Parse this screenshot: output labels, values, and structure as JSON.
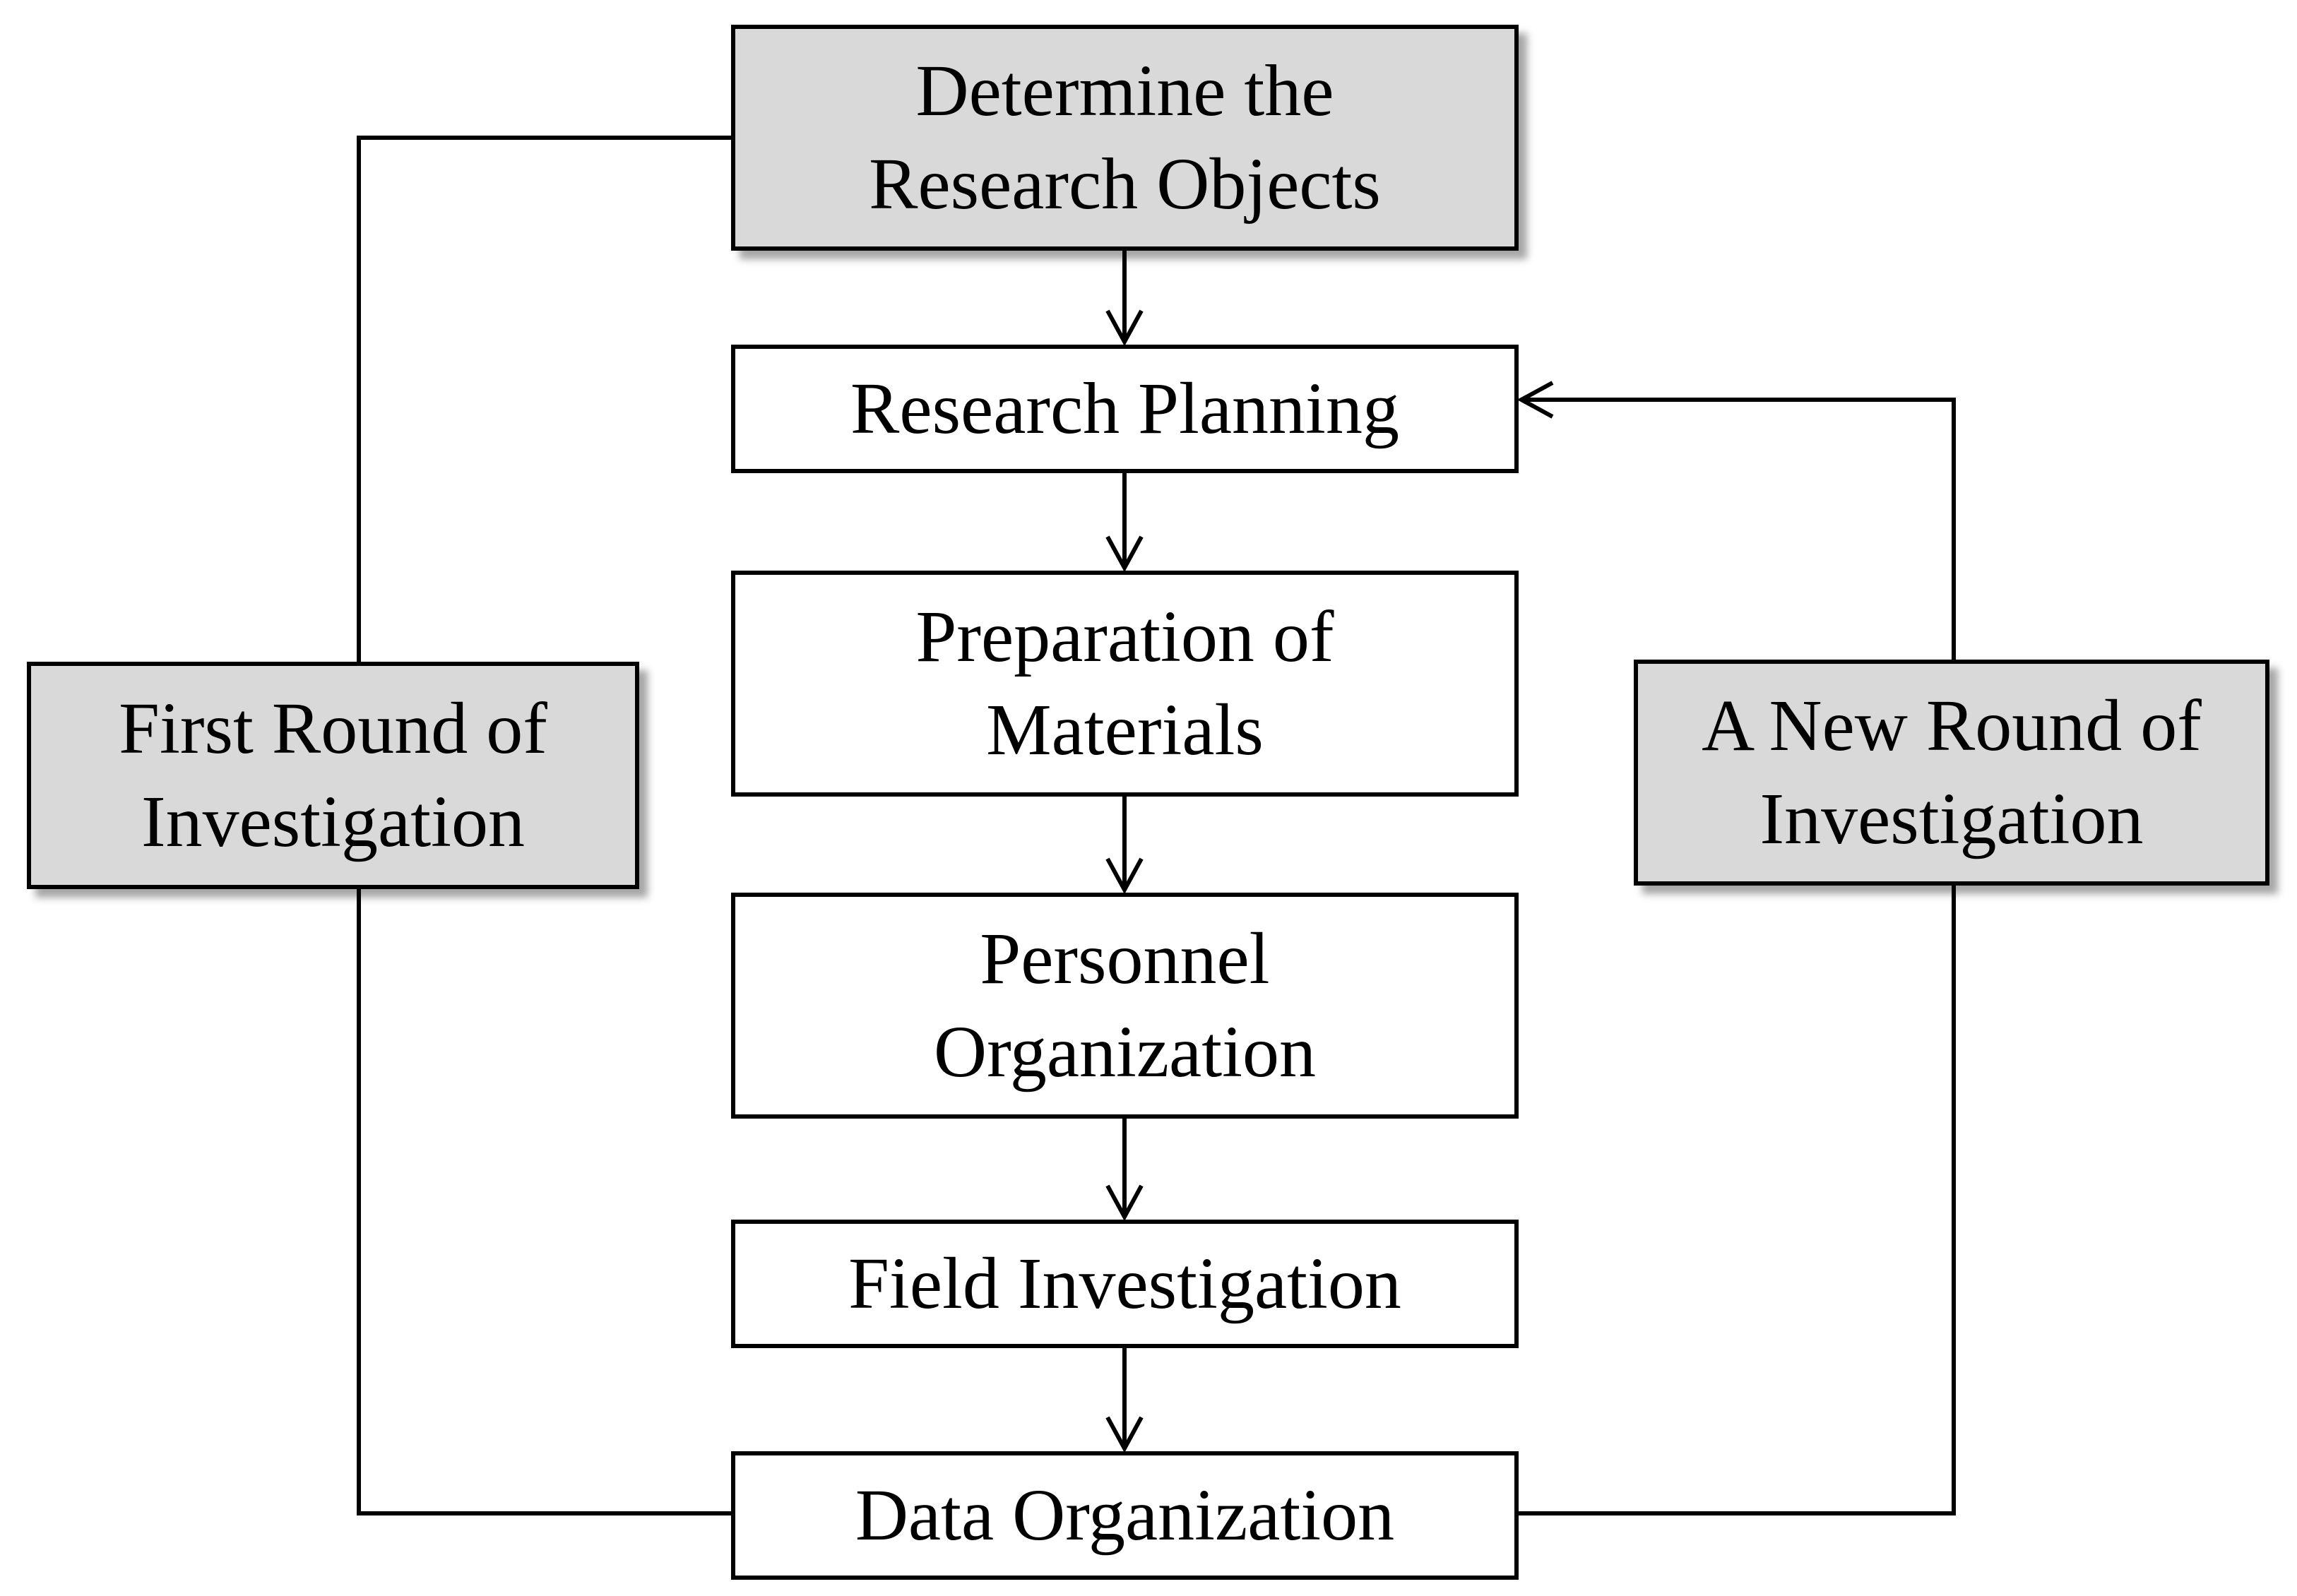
{
  "diagram": {
    "steps": {
      "determine": {
        "line1": "Determine the",
        "line2": "Research Objects"
      },
      "planning": {
        "line1": "Research Planning"
      },
      "preparation": {
        "line1": "Preparation of",
        "line2": "Materials"
      },
      "personnel": {
        "line1": "Personnel",
        "line2": "Organization"
      },
      "field": {
        "line1": "Field Investigation"
      },
      "data": {
        "line1": "Data Organization"
      }
    },
    "rounds": {
      "first": {
        "line1": "First Round of",
        "line2": "Investigation"
      },
      "new": {
        "line1": "A New Round of",
        "line2": "Investigation"
      }
    },
    "colors": {
      "highlight_fill": "#d9d9d9",
      "box_fill": "#ffffff",
      "stroke": "#000000"
    }
  }
}
